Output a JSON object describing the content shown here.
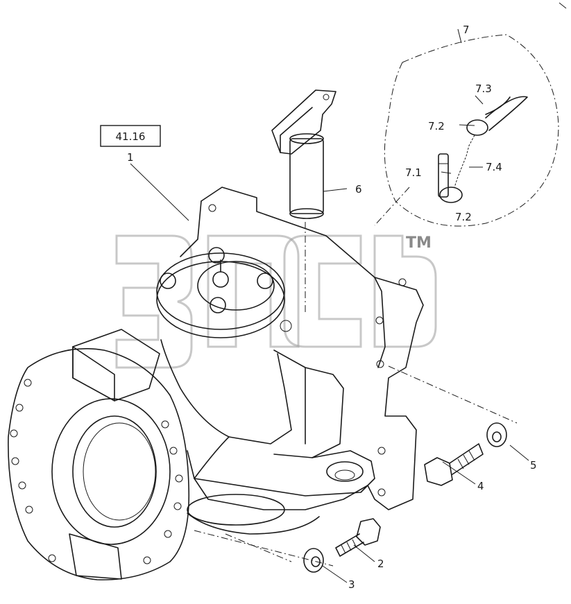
{
  "reference_box": "41.16",
  "watermark_mark": "TM",
  "callouts": {
    "c1": "1",
    "c2": "2",
    "c3": "3",
    "c4": "4",
    "c5": "5",
    "c6": "6",
    "c7": "7",
    "c7_1": "7.1",
    "c7_2a": "7.2",
    "c7_2b": "7.2",
    "c7_3": "7.3",
    "c7_4": "7.4"
  }
}
